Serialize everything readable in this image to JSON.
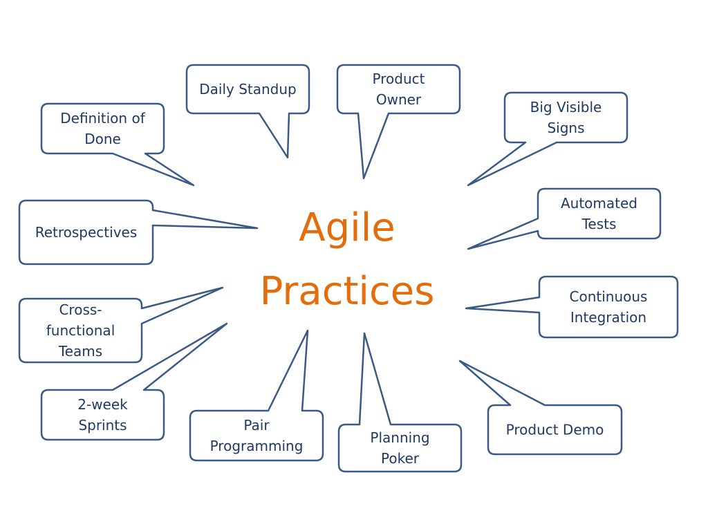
{
  "center": {
    "line1": "Agile",
    "line2": "Practices"
  },
  "bubbles": [
    {
      "id": "definition-of-done",
      "lines": [
        "Definition of",
        "Done"
      ]
    },
    {
      "id": "daily-standup",
      "lines": [
        "Daily Standup"
      ]
    },
    {
      "id": "product-owner",
      "lines": [
        "Product",
        "Owner"
      ]
    },
    {
      "id": "big-visible-signs",
      "lines": [
        "Big Visible",
        "Signs"
      ]
    },
    {
      "id": "automated-tests",
      "lines": [
        "Automated",
        "Tests"
      ]
    },
    {
      "id": "continuous-integration",
      "lines": [
        "Continuous",
        "Integration"
      ]
    },
    {
      "id": "product-demo",
      "lines": [
        "Product Demo"
      ]
    },
    {
      "id": "planning-poker",
      "lines": [
        "Planning",
        "Poker"
      ]
    },
    {
      "id": "pair-programming",
      "lines": [
        "Pair",
        "Programming"
      ]
    },
    {
      "id": "2-week-sprints",
      "lines": [
        "2-week",
        "Sprints"
      ]
    },
    {
      "id": "cross-functional-teams",
      "lines": [
        "Cross-",
        "functional",
        "Teams"
      ]
    },
    {
      "id": "retrospectives",
      "lines": [
        "Retrospectives"
      ]
    }
  ],
  "colors": {
    "center_text": "#e46c0a",
    "bubble_border": "#3a5a86",
    "bubble_text": "#1f3864"
  }
}
